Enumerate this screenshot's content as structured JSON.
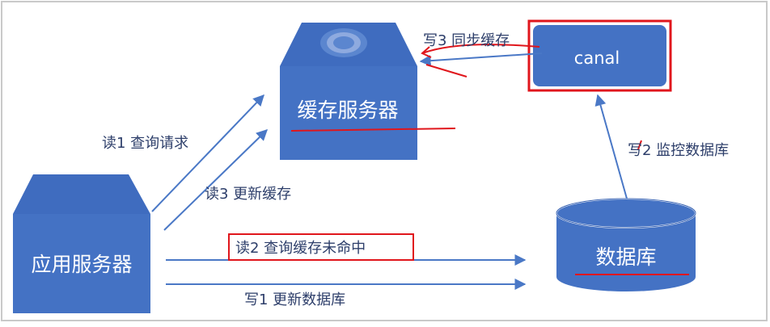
{
  "nodes": {
    "cache_server": "缓存服务器",
    "app_server": "应用服务器",
    "canal": "canal",
    "database": "数据库"
  },
  "edges": {
    "read1": "读1  查询请求",
    "read3": "读3  更新缓存",
    "read2": "读2  查询缓存未命中",
    "write1": "写1    更新数据库",
    "write2": "写2  监控数据库",
    "write3": "写3  同步缓存"
  },
  "colors": {
    "node_fill": "#4472c4",
    "node_dark": "#3a64b4",
    "arrow": "#4a78c6",
    "label": "#2d3e6a",
    "highlight": "#e0161c"
  }
}
